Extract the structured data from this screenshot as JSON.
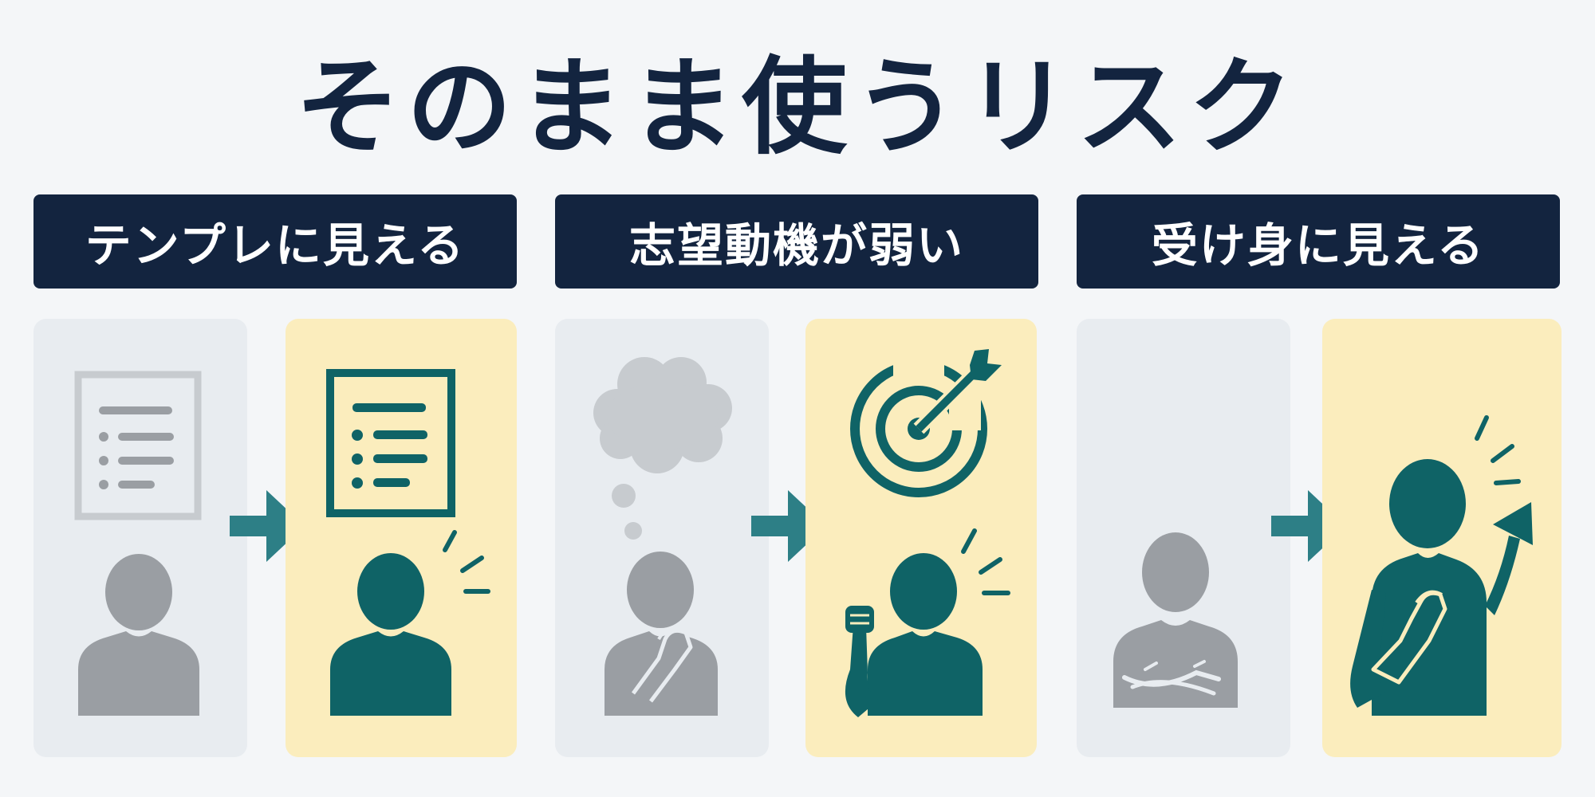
{
  "title": "そのまま使うリスク",
  "sections": [
    {
      "label": "テンプレに見える"
    },
    {
      "label": "志望動機が弱い"
    },
    {
      "label": "受け身に見える"
    }
  ],
  "colors": {
    "navy": "#13243f",
    "teal": "#0f6366",
    "arrow_teal": "#2d7f86",
    "gray": "#9a9ea3",
    "light_gray": "#c7cbcf",
    "before_bg": "#e8ecf0",
    "after_bg": "#fbedbd"
  }
}
